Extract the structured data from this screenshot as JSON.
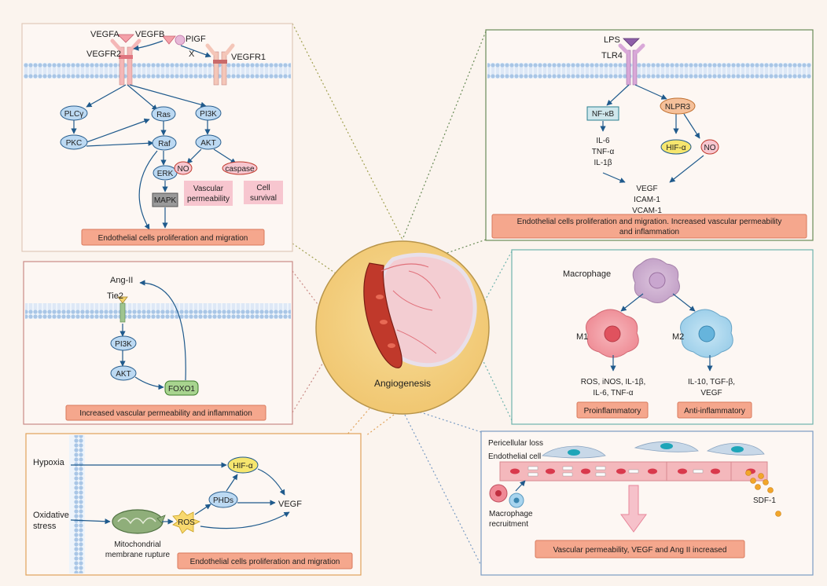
{
  "center": {
    "label": "Angiogenesis"
  },
  "vegf_panel": {
    "ligand_a": "VEGFA",
    "ligand_b": "VEGFB",
    "ligand_c": "PIGF",
    "receptor_2": "VEGFR2",
    "receptor_1": "VEGFR1",
    "blocked_mark": "X",
    "nodes": {
      "plcy": "PLCγ",
      "pkc": "PKC",
      "ras": "Ras",
      "raf": "Raf",
      "erk": "ERK",
      "mapk": "MAPK",
      "pi3k": "PI3K",
      "akt": "AKT",
      "no": "NO",
      "caspase": "caspase"
    },
    "effect_1": [
      "Vascular",
      "permeability"
    ],
    "effect_2": [
      "Cell",
      "survival"
    ],
    "outcome": "Endothelial cells proliferation and migration"
  },
  "lps_panel": {
    "ligand": "LPS",
    "receptor": "TLR4",
    "nodes": {
      "nfkb": "NF-κB",
      "nlpr3": "NLPR3",
      "hif": "HIF-α",
      "no": "NO"
    },
    "cytokines": [
      "IL-6",
      "TNF-α",
      "IL-1β"
    ],
    "targets": [
      "VEGF",
      "ICAM-1",
      "VCAM-1"
    ],
    "outcome": [
      "Endothelial cells proliferation and migration. Increased vascular permeability",
      "and inflammation"
    ]
  },
  "tie2_panel": {
    "ligand": "Ang-II",
    "receptor": "Tie2",
    "nodes": {
      "pi3k": "PI3K",
      "akt": "AKT",
      "foxo1": "FOXO1"
    },
    "outcome": "Increased vascular permeability and inflammation"
  },
  "macrophage_panel": {
    "title": "Macrophage",
    "m1": "M1",
    "m2": "M2",
    "m1_factors": [
      "ROS, iNOS, IL-1β,",
      "IL-6, TNF-α"
    ],
    "m2_factors": [
      "IL-10, TGF-β,",
      "VEGF"
    ],
    "m1_label": "Proinflammatory",
    "m2_label": "Anti-inflammatory"
  },
  "hypoxia_panel": {
    "input_1": "Hypoxia",
    "input_2": [
      "Oxidative",
      "stress"
    ],
    "mito": [
      "Mitochondrial",
      "membrane rupture"
    ],
    "nodes": {
      "hif": "HIF-α",
      "phds": "PHDs",
      "ros": "ROS",
      "vegf": "VEGF"
    },
    "outcome": "Endothelial cells proliferation and migration"
  },
  "vessel_panel": {
    "label_1": "Pericellular loss",
    "label_2": "Endothelial cell",
    "label_3": [
      "Macrophage",
      "recruitment"
    ],
    "label_4": "SDF-1",
    "outcome": "Vascular permeability, VEGF and Ang II increased"
  },
  "colors": {
    "background": "#fbf4ee",
    "panel_fill": "#fdf7f3",
    "panel_border_1": "#e0c9b8",
    "panel_border_2": "#6a8c58",
    "panel_border_3": "#c98a86",
    "panel_border_4": "#6fb3ad",
    "panel_border_5": "#e0a25a",
    "panel_border_6": "#7a9cc4",
    "node_blue": "#bcd9f2",
    "pink_box": "#f7c6cf",
    "outcome_box": "#f5a78d",
    "arrow": "#1f5a8c",
    "center_circle": "#f2c976"
  }
}
